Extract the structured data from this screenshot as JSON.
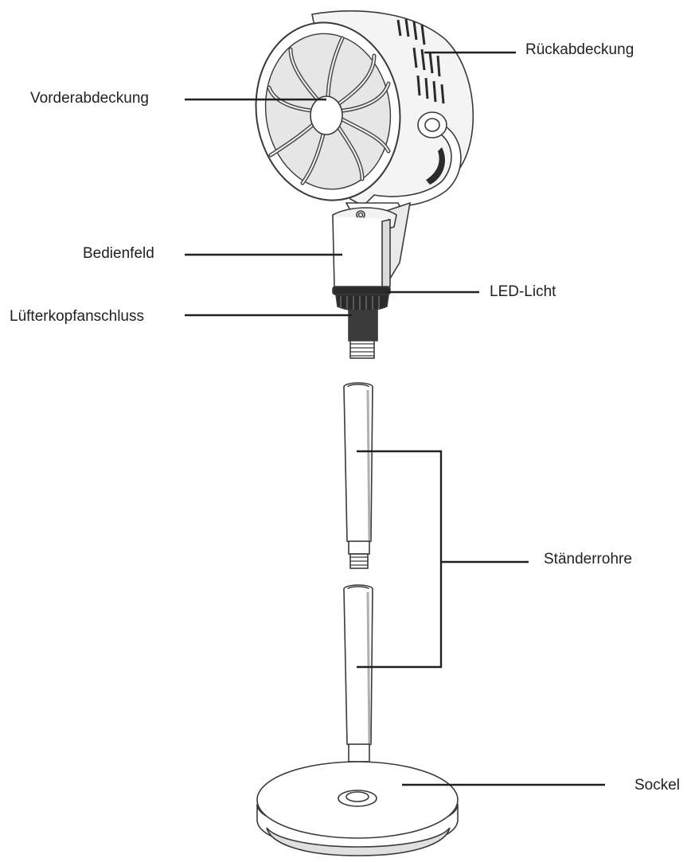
{
  "diagram": {
    "labels": {
      "rueckabdeckung": "Rückabdeckung",
      "vorderabdeckung": "Vorderabdeckung",
      "bedienfeld": "Bedienfeld",
      "led_licht": "LED-Licht",
      "luefterkopfanschluss": "Lüfterkopfanschluss",
      "staenderrohre": "Ständerrohre",
      "sockel": "Sockel"
    },
    "colors": {
      "line": "#231f20",
      "outline": "#3a3a3a",
      "body_fill": "#ffffff",
      "dark_fill": "#2b2b2b",
      "shade_fill": "#d9d9d9"
    }
  }
}
